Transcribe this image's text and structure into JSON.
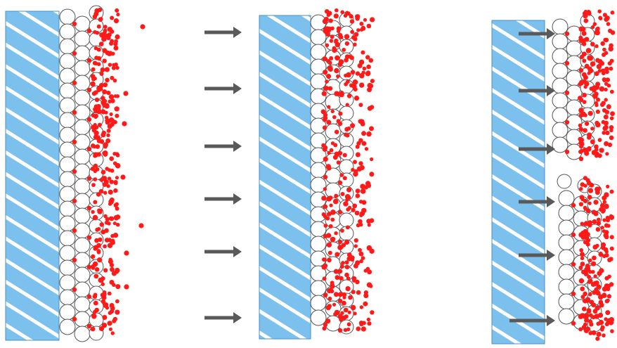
{
  "diagram": {
    "panels": [
      {
        "id": "panel-1",
        "arrows_incoming": 0,
        "stray_particles": 6,
        "layer_state": "intact"
      },
      {
        "id": "panel-2",
        "arrows_incoming": 6,
        "stray_particles": 0,
        "layer_state": "compacted"
      },
      {
        "id": "panel-3",
        "arrows_incoming": 6,
        "stray_particles": 0,
        "layer_state": "cracked"
      }
    ],
    "colors": {
      "substrate_fill": "#7cc0ee",
      "substrate_stripe": "#ffffff",
      "substrate_border": "#4a90c8",
      "sphere_fill": "#ffffff",
      "sphere_stroke": "#555555",
      "particle": "#ff1a1a",
      "arrow": "#595959"
    },
    "icons": {
      "arrow": "right-arrow-icon",
      "substrate": "hatched-substrate",
      "sphere": "sphere-particle",
      "dot": "red-particle"
    }
  }
}
